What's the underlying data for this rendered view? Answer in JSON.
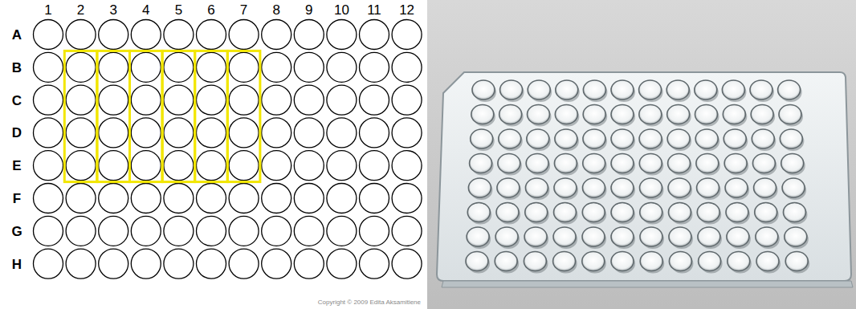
{
  "diagram": {
    "labels": [
      "1",
      "2",
      "3",
      "4",
      "5",
      "6",
      "7",
      "8",
      "9",
      "10",
      "11",
      "12",
      "A",
      "B",
      "C",
      "D",
      "E",
      "F",
      "G",
      "H",
      "Copyright © 2009 Edita Aksamitiene"
    ]
  }
}
